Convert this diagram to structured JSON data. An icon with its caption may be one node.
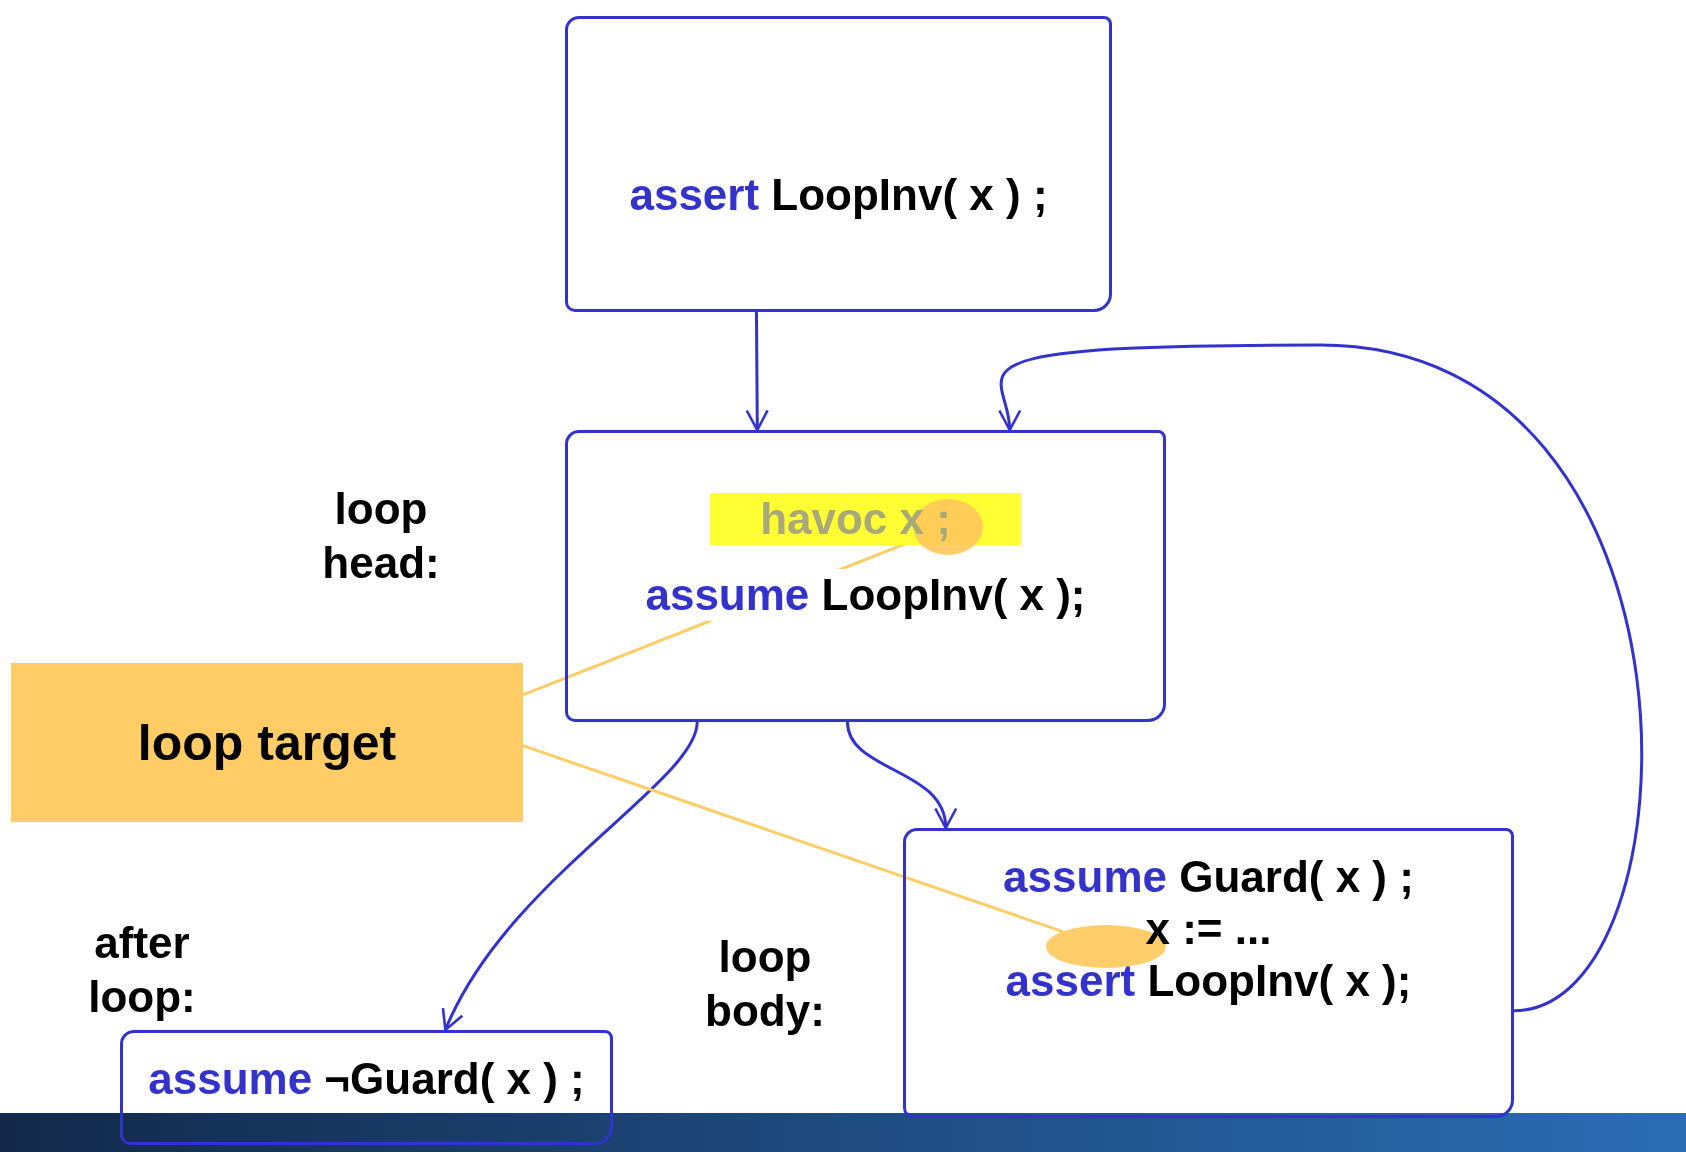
{
  "diagram": {
    "nodes": [
      {
        "text": [
          "assert LoopInv( x ) ;"
        ]
      },
      {
        "text": [
          "havoc x ;",
          "assume LoopInv( x );"
        ],
        "beside": [
          "loop head:"
        ]
      },
      {
        "text": [
          "assume ¬Guard( x ) ;"
        ],
        "beside": [
          "after loop:"
        ]
      },
      {
        "text": [
          "assume Guard( x ) ;",
          "x := ...",
          "assert LoopInv( x );"
        ],
        "beside": [
          "loop body:"
        ]
      },
      {
        "text": [
          "loop target"
        ]
      },
      {
        "text": [],
        "shape": "circle",
        "in": 1
      },
      {
        "text": [],
        "shape": "circle",
        "in": 3
      }
    ],
    "edges": [
      {
        "from": 0,
        "to": 1,
        "arrow": "to"
      },
      {
        "from": 1,
        "to": 2,
        "arrow": "to"
      },
      {
        "from": 1,
        "to": 3,
        "arrow": "to"
      },
      {
        "from": 3,
        "to": 1,
        "arrow": "to"
      },
      {
        "from": 4,
        "to": 5,
        "arrow": "none",
        "color": "#ffcc66"
      },
      {
        "from": 4,
        "to": 6,
        "arrow": "none",
        "color": "#ffcc66"
      }
    ]
  }
}
